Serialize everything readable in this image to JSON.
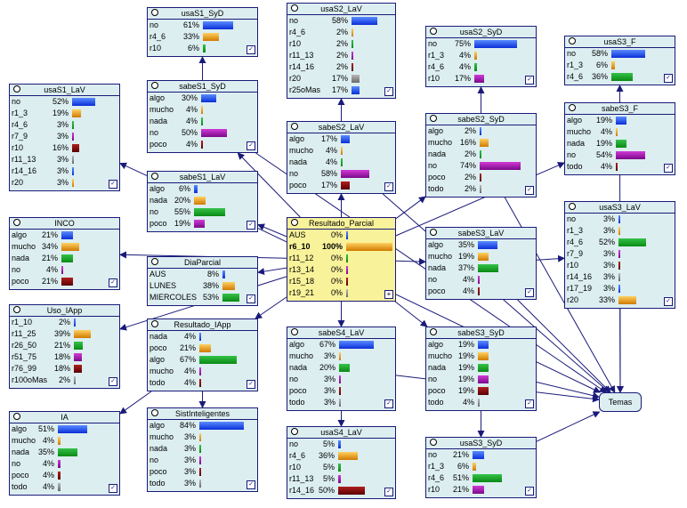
{
  "colors": {
    "node_bg": "#dceef0",
    "selected_bg": "#f8f29a",
    "edge": "#1a1a7a",
    "bar_palette": [
      "blue",
      "orange",
      "green",
      "purple",
      "maroon",
      "gray"
    ]
  },
  "temas": {
    "label": "Temas"
  },
  "nodes": [
    {
      "id": "usaS1_SyD",
      "title": "usaS1_SyD",
      "rows": [
        {
          "label": "no",
          "pct": "61%",
          "value": 61,
          "color": "blue"
        },
        {
          "label": "r4_6",
          "pct": "33%",
          "value": 33,
          "color": "orange"
        },
        {
          "label": "r10",
          "pct": "6%",
          "value": 6,
          "color": "green"
        }
      ]
    },
    {
      "id": "usaS2_LaV",
      "title": "usaS2_LaV",
      "rows": [
        {
          "label": "no",
          "pct": "58%",
          "value": 58,
          "color": "blue"
        },
        {
          "label": "r4_6",
          "pct": "2%",
          "value": 2,
          "color": "orange"
        },
        {
          "label": "r10",
          "pct": "2%",
          "value": 2,
          "color": "green"
        },
        {
          "label": "r11_13",
          "pct": "2%",
          "value": 2,
          "color": "purple"
        },
        {
          "label": "r14_16",
          "pct": "2%",
          "value": 2,
          "color": "maroon"
        },
        {
          "label": "r20",
          "pct": "17%",
          "value": 17,
          "color": "gray"
        },
        {
          "label": "r25oMas",
          "pct": "17%",
          "value": 17,
          "color": "blue"
        }
      ]
    },
    {
      "id": "usaS2_SyD",
      "title": "usaS2_SyD",
      "rows": [
        {
          "label": "no",
          "pct": "75%",
          "value": 75,
          "color": "blue"
        },
        {
          "label": "r1_3",
          "pct": "4%",
          "value": 4,
          "color": "orange"
        },
        {
          "label": "r4_6",
          "pct": "4%",
          "value": 4,
          "color": "green"
        },
        {
          "label": "r10",
          "pct": "17%",
          "value": 17,
          "color": "purple"
        }
      ]
    },
    {
      "id": "usaS3_F",
      "title": "usaS3_F",
      "rows": [
        {
          "label": "no",
          "pct": "58%",
          "value": 58,
          "color": "blue"
        },
        {
          "label": "r1_3",
          "pct": "6%",
          "value": 6,
          "color": "orange"
        },
        {
          "label": "r4_6",
          "pct": "36%",
          "value": 36,
          "color": "green"
        }
      ]
    },
    {
      "id": "usaS1_LaV",
      "title": "usaS1_LaV",
      "rows": [
        {
          "label": "no",
          "pct": "52%",
          "value": 52,
          "color": "blue"
        },
        {
          "label": "r1_3",
          "pct": "19%",
          "value": 19,
          "color": "orange"
        },
        {
          "label": "r4_6",
          "pct": "3%",
          "value": 3,
          "color": "green"
        },
        {
          "label": "r7_9",
          "pct": "3%",
          "value": 3,
          "color": "purple"
        },
        {
          "label": "r10",
          "pct": "16%",
          "value": 16,
          "color": "maroon"
        },
        {
          "label": "r11_13",
          "pct": "3%",
          "value": 3,
          "color": "gray"
        },
        {
          "label": "r14_16",
          "pct": "3%",
          "value": 3,
          "color": "blue"
        },
        {
          "label": "r20",
          "pct": "3%",
          "value": 3,
          "color": "orange"
        }
      ]
    },
    {
      "id": "sabeS1_SyD",
      "title": "sabeS1_SyD",
      "rows": [
        {
          "label": "algo",
          "pct": "30%",
          "value": 30,
          "color": "blue"
        },
        {
          "label": "mucho",
          "pct": "4%",
          "value": 4,
          "color": "orange"
        },
        {
          "label": "nada",
          "pct": "4%",
          "value": 4,
          "color": "green"
        },
        {
          "label": "no",
          "pct": "50%",
          "value": 50,
          "color": "purple"
        },
        {
          "label": "poco",
          "pct": "4%",
          "value": 4,
          "color": "maroon"
        }
      ]
    },
    {
      "id": "sabeS2_LaV",
      "title": "sabeS2_LaV",
      "rows": [
        {
          "label": "algo",
          "pct": "17%",
          "value": 17,
          "color": "blue"
        },
        {
          "label": "mucho",
          "pct": "4%",
          "value": 4,
          "color": "orange"
        },
        {
          "label": "nada",
          "pct": "4%",
          "value": 4,
          "color": "green"
        },
        {
          "label": "no",
          "pct": "58%",
          "value": 58,
          "color": "purple"
        },
        {
          "label": "poco",
          "pct": "17%",
          "value": 17,
          "color": "maroon"
        }
      ]
    },
    {
      "id": "sabeS2_SyD",
      "title": "sabeS2_SyD",
      "rows": [
        {
          "label": "algo",
          "pct": "2%",
          "value": 2,
          "color": "blue"
        },
        {
          "label": "mucho",
          "pct": "16%",
          "value": 16,
          "color": "orange"
        },
        {
          "label": "nada",
          "pct": "2%",
          "value": 2,
          "color": "green"
        },
        {
          "label": "no",
          "pct": "74%",
          "value": 74,
          "color": "purple"
        },
        {
          "label": "poco",
          "pct": "2%",
          "value": 2,
          "color": "maroon"
        },
        {
          "label": "todo",
          "pct": "2%",
          "value": 2,
          "color": "gray"
        }
      ]
    },
    {
      "id": "sabeS3_F",
      "title": "sabeS3_F",
      "rows": [
        {
          "label": "algo",
          "pct": "19%",
          "value": 19,
          "color": "blue"
        },
        {
          "label": "mucho",
          "pct": "4%",
          "value": 4,
          "color": "orange"
        },
        {
          "label": "nada",
          "pct": "19%",
          "value": 19,
          "color": "green"
        },
        {
          "label": "no",
          "pct": "54%",
          "value": 54,
          "color": "purple"
        },
        {
          "label": "todo",
          "pct": "4%",
          "value": 4,
          "color": "maroon"
        }
      ]
    },
    {
      "id": "sabeS1_LaV",
      "title": "sabeS1_LaV",
      "rows": [
        {
          "label": "algo",
          "pct": "6%",
          "value": 6,
          "color": "blue"
        },
        {
          "label": "nada",
          "pct": "20%",
          "value": 20,
          "color": "orange"
        },
        {
          "label": "no",
          "pct": "55%",
          "value": 55,
          "color": "green"
        },
        {
          "label": "poco",
          "pct": "19%",
          "value": 19,
          "color": "purple"
        }
      ]
    },
    {
      "id": "INCO",
      "title": "INCO",
      "rows": [
        {
          "label": "algo",
          "pct": "21%",
          "value": 21,
          "color": "blue"
        },
        {
          "label": "mucho",
          "pct": "34%",
          "value": 34,
          "color": "orange"
        },
        {
          "label": "nada",
          "pct": "21%",
          "value": 21,
          "color": "green"
        },
        {
          "label": "no",
          "pct": "4%",
          "value": 4,
          "color": "purple"
        },
        {
          "label": "poco",
          "pct": "21%",
          "value": 21,
          "color": "maroon"
        }
      ]
    },
    {
      "id": "Resultado_Parcial",
      "title": "Resultado_Parcial",
      "selected": true,
      "plus": true,
      "rows": [
        {
          "label": "AUS",
          "pct": "0%",
          "value": 0,
          "color": "blue"
        },
        {
          "label": "r6_10",
          "pct": "100%",
          "value": 100,
          "color": "orange",
          "bold": true
        },
        {
          "label": "r11_12",
          "pct": "0%",
          "value": 0,
          "color": "green"
        },
        {
          "label": "r13_14",
          "pct": "0%",
          "value": 0,
          "color": "purple"
        },
        {
          "label": "r15_18",
          "pct": "0%",
          "value": 0,
          "color": "maroon"
        },
        {
          "label": "r19_21",
          "pct": "0%",
          "value": 0,
          "color": "gray"
        }
      ]
    },
    {
      "id": "sabeS3_LaV",
      "title": "sabeS3_LaV",
      "rows": [
        {
          "label": "algo",
          "pct": "35%",
          "value": 35,
          "color": "blue"
        },
        {
          "label": "mucho",
          "pct": "19%",
          "value": 19,
          "color": "orange"
        },
        {
          "label": "nada",
          "pct": "37%",
          "value": 37,
          "color": "green"
        },
        {
          "label": "no",
          "pct": "4%",
          "value": 4,
          "color": "purple"
        },
        {
          "label": "poco",
          "pct": "4%",
          "value": 4,
          "color": "maroon"
        }
      ]
    },
    {
      "id": "usaS3_LaV",
      "title": "usaS3_LaV",
      "rows": [
        {
          "label": "no",
          "pct": "3%",
          "value": 3,
          "color": "blue"
        },
        {
          "label": "r1_3",
          "pct": "3%",
          "value": 3,
          "color": "orange"
        },
        {
          "label": "r4_6",
          "pct": "52%",
          "value": 52,
          "color": "green"
        },
        {
          "label": "r7_9",
          "pct": "3%",
          "value": 3,
          "color": "purple"
        },
        {
          "label": "r10",
          "pct": "3%",
          "value": 3,
          "color": "maroon"
        },
        {
          "label": "r14_16",
          "pct": "3%",
          "value": 3,
          "color": "gray"
        },
        {
          "label": "r17_19",
          "pct": "3%",
          "value": 3,
          "color": "blue"
        },
        {
          "label": "r20",
          "pct": "33%",
          "value": 33,
          "color": "orange"
        }
      ]
    },
    {
      "id": "DiaParcial",
      "title": "DiaParcial",
      "rows": [
        {
          "label": "AUS",
          "pct": "8%",
          "value": 8,
          "color": "blue"
        },
        {
          "label": "LUNES",
          "pct": "38%",
          "value": 38,
          "color": "orange"
        },
        {
          "label": "MIERCOLES",
          "pct": "53%",
          "value": 53,
          "color": "green"
        }
      ]
    },
    {
      "id": "Uso_IApp",
      "title": "Uso_IApp",
      "rows": [
        {
          "label": "r1_10",
          "pct": "2%",
          "value": 2,
          "color": "blue"
        },
        {
          "label": "r11_25",
          "pct": "39%",
          "value": 39,
          "color": "orange"
        },
        {
          "label": "r26_50",
          "pct": "21%",
          "value": 21,
          "color": "green"
        },
        {
          "label": "r51_75",
          "pct": "18%",
          "value": 18,
          "color": "purple"
        },
        {
          "label": "r76_99",
          "pct": "18%",
          "value": 18,
          "color": "maroon"
        },
        {
          "label": "r100oMas",
          "pct": "2%",
          "value": 2,
          "color": "gray"
        }
      ]
    },
    {
      "id": "Resultado_IApp",
      "title": "Resultado_IApp",
      "rows": [
        {
          "label": "nada",
          "pct": "4%",
          "value": 4,
          "color": "blue"
        },
        {
          "label": "poco",
          "pct": "21%",
          "value": 21,
          "color": "orange"
        },
        {
          "label": "algo",
          "pct": "67%",
          "value": 67,
          "color": "green"
        },
        {
          "label": "mucho",
          "pct": "4%",
          "value": 4,
          "color": "purple"
        },
        {
          "label": "todo",
          "pct": "4%",
          "value": 4,
          "color": "maroon"
        }
      ]
    },
    {
      "id": "sabeS4_LaV",
      "title": "sabeS4_LaV",
      "rows": [
        {
          "label": "algo",
          "pct": "67%",
          "value": 67,
          "color": "blue"
        },
        {
          "label": "mucho",
          "pct": "3%",
          "value": 3,
          "color": "orange"
        },
        {
          "label": "nada",
          "pct": "20%",
          "value": 20,
          "color": "green"
        },
        {
          "label": "no",
          "pct": "3%",
          "value": 3,
          "color": "purple"
        },
        {
          "label": "poco",
          "pct": "3%",
          "value": 3,
          "color": "maroon"
        },
        {
          "label": "todo",
          "pct": "3%",
          "value": 3,
          "color": "gray"
        }
      ]
    },
    {
      "id": "sabeS3_SyD",
      "title": "sabeS3_SyD",
      "rows": [
        {
          "label": "algo",
          "pct": "19%",
          "value": 19,
          "color": "blue"
        },
        {
          "label": "mucho",
          "pct": "19%",
          "value": 19,
          "color": "orange"
        },
        {
          "label": "nada",
          "pct": "19%",
          "value": 19,
          "color": "green"
        },
        {
          "label": "no",
          "pct": "19%",
          "value": 19,
          "color": "purple"
        },
        {
          "label": "poco",
          "pct": "19%",
          "value": 19,
          "color": "maroon"
        },
        {
          "label": "todo",
          "pct": "4%",
          "value": 4,
          "color": "gray"
        }
      ]
    },
    {
      "id": "IA",
      "title": "IA",
      "rows": [
        {
          "label": "algo",
          "pct": "51%",
          "value": 51,
          "color": "blue"
        },
        {
          "label": "mucho",
          "pct": "4%",
          "value": 4,
          "color": "orange"
        },
        {
          "label": "nada",
          "pct": "35%",
          "value": 35,
          "color": "green"
        },
        {
          "label": "no",
          "pct": "4%",
          "value": 4,
          "color": "purple"
        },
        {
          "label": "poco",
          "pct": "4%",
          "value": 4,
          "color": "maroon"
        },
        {
          "label": "todo",
          "pct": "4%",
          "value": 4,
          "color": "gray"
        }
      ]
    },
    {
      "id": "SistInteligentes",
      "title": "SistInteligentes",
      "rows": [
        {
          "label": "algo",
          "pct": "84%",
          "value": 84,
          "color": "blue"
        },
        {
          "label": "mucho",
          "pct": "3%",
          "value": 3,
          "color": "orange"
        },
        {
          "label": "nada",
          "pct": "3%",
          "value": 3,
          "color": "green"
        },
        {
          "label": "no",
          "pct": "3%",
          "value": 3,
          "color": "purple"
        },
        {
          "label": "poco",
          "pct": "3%",
          "value": 3,
          "color": "maroon"
        },
        {
          "label": "todo",
          "pct": "3%",
          "value": 3,
          "color": "gray"
        }
      ]
    },
    {
      "id": "usaS4_LaV",
      "title": "usaS4_LaV",
      "rows": [
        {
          "label": "no",
          "pct": "5%",
          "value": 5,
          "color": "blue"
        },
        {
          "label": "r4_6",
          "pct": "36%",
          "value": 36,
          "color": "orange"
        },
        {
          "label": "r10",
          "pct": "5%",
          "value": 5,
          "color": "green"
        },
        {
          "label": "r11_13",
          "pct": "5%",
          "value": 5,
          "color": "purple"
        },
        {
          "label": "r14_16",
          "pct": "50%",
          "value": 50,
          "color": "maroon"
        }
      ]
    },
    {
      "id": "usaS3_SyD",
      "title": "usaS3_SyD",
      "rows": [
        {
          "label": "no",
          "pct": "21%",
          "value": 21,
          "color": "blue"
        },
        {
          "label": "r1_3",
          "pct": "6%",
          "value": 6,
          "color": "orange"
        },
        {
          "label": "r4_6",
          "pct": "51%",
          "value": 51,
          "color": "green"
        },
        {
          "label": "r10",
          "pct": "21%",
          "value": 21,
          "color": "purple"
        }
      ]
    }
  ],
  "edges": [
    [
      "sabeS1_SyD",
      "usaS1_SyD"
    ],
    [
      "sabeS2_LaV",
      "usaS2_LaV"
    ],
    [
      "sabeS2_SyD",
      "usaS2_SyD"
    ],
    [
      "sabeS3_F",
      "usaS3_F"
    ],
    [
      "sabeS1_LaV",
      "usaS1_LaV"
    ],
    [
      "Resultado_Parcial",
      "sabeS1_SyD"
    ],
    [
      "Resultado_Parcial",
      "sabeS2_LaV"
    ],
    [
      "Resultado_Parcial",
      "sabeS2_SyD"
    ],
    [
      "Resultado_Parcial",
      "sabeS3_F"
    ],
    [
      "Resultado_Parcial",
      "sabeS1_LaV"
    ],
    [
      "Resultado_Parcial",
      "sabeS3_LaV"
    ],
    [
      "Resultado_Parcial",
      "sabeS4_LaV"
    ],
    [
      "Resultado_Parcial",
      "sabeS3_SyD"
    ],
    [
      "Resultado_Parcial",
      "INCO"
    ],
    [
      "Resultado_Parcial",
      "DiaParcial"
    ],
    [
      "Resultado_Parcial",
      "Uso_IApp"
    ],
    [
      "Resultado_Parcial",
      "Resultado_IApp"
    ],
    [
      "sabeS3_LaV",
      "usaS3_LaV"
    ],
    [
      "sabeS4_LaV",
      "usaS4_LaV"
    ],
    [
      "sabeS3_SyD",
      "usaS3_SyD"
    ],
    [
      "Resultado_IApp",
      "IA"
    ],
    [
      "Resultado_IApp",
      "SistInteligentes"
    ],
    [
      "sabeS1_SyD",
      "Temas"
    ],
    [
      "sabeS2_LaV",
      "Temas"
    ],
    [
      "sabeS2_SyD",
      "Temas"
    ],
    [
      "sabeS3_F",
      "Temas"
    ],
    [
      "sabeS3_LaV",
      "Temas"
    ],
    [
      "sabeS3_SyD",
      "Temas"
    ],
    [
      "sabeS4_LaV",
      "Temas"
    ],
    [
      "sabeS1_LaV",
      "Temas"
    ],
    [
      "usaS3_LaV",
      "Temas"
    ],
    [
      "usaS3_SyD",
      "Temas"
    ]
  ]
}
